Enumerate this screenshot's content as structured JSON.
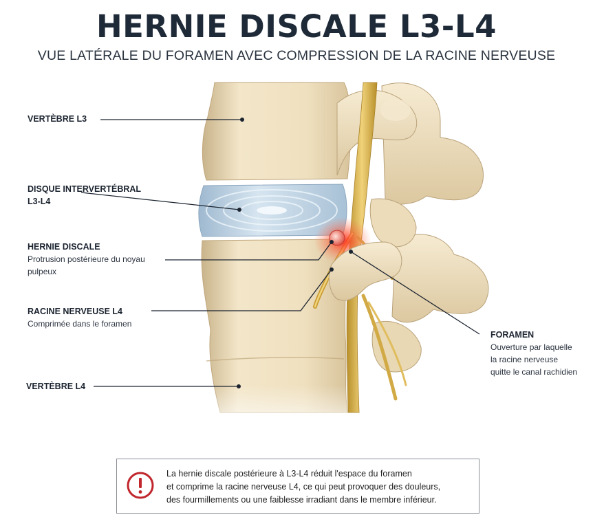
{
  "title": "HERNIE DISCALE L3-L4",
  "subtitle": "VUE LATÉRALE DU FORAMEN AVEC COMPRESSION DE LA RACINE NERVEUSE",
  "labels": {
    "vertebra_l3": {
      "head": "VERTÈBRE L3"
    },
    "disc": {
      "head_line1": "DISQUE INTERVERTÉBRAL",
      "head_line2": "L3-L4"
    },
    "herniation": {
      "head": "HERNIE DISCALE",
      "desc_line1": "Protrusion postérieure du noyau",
      "desc_line2": "pulpeux"
    },
    "nerve_root": {
      "head": "RACINE NERVEUSE L4",
      "desc": "Comprimée dans le foramen"
    },
    "foramen": {
      "head": "FORAMEN",
      "desc_line1": "Ouverture par laquelle",
      "desc_line2": "la racine nerveuse",
      "desc_line3": "quitte le canal rachidien"
    },
    "vertebra_l4": {
      "head": "VERTÈBRE L4"
    }
  },
  "note": {
    "icon": "exclamation-circle-icon",
    "line1": "La hernie discale postérieure à L3-L4 réduit l'espace du foramen",
    "line2": "et comprime la racine nerveuse L4, ce qui peut provoquer des douleurs,",
    "line3": "des fourmillements ou une faiblesse irradiant dans le membre inférieur."
  },
  "colors": {
    "bone": "#eedfc0",
    "bone_shadow": "#c9b48b",
    "disc": "#bcd2e3",
    "nerve": "#d8b24a",
    "inflammation": "#e53a2e",
    "alert": "#c0262c",
    "text": "#1c2430"
  }
}
